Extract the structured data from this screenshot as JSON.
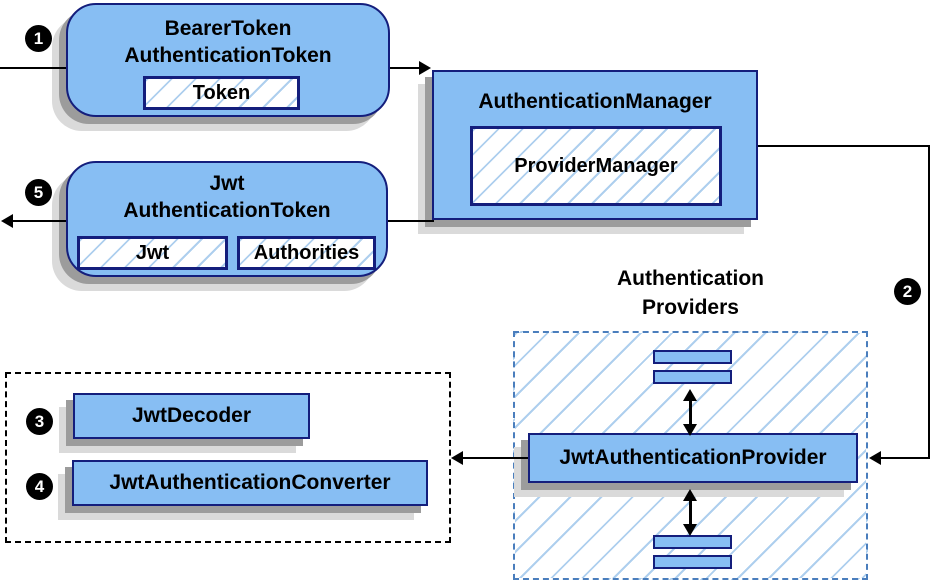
{
  "badges": {
    "step1": "1",
    "step2": "2",
    "step3": "3",
    "step4": "4",
    "step5": "5"
  },
  "nodes": {
    "bearer_token": {
      "title_line1": "BearerToken",
      "title_line2": "AuthenticationToken",
      "token": "Token"
    },
    "auth_manager": {
      "title": "AuthenticationManager",
      "provider_manager": "ProviderManager"
    },
    "jwt_token": {
      "title_line1": "Jwt",
      "title_line2": "AuthenticationToken",
      "jwt": "Jwt",
      "authorities": "Authorities"
    },
    "providers_group": {
      "heading_line1": "Authentication",
      "heading_line2": "Providers",
      "provider": "JwtAuthenticationProvider"
    },
    "decoder_group": {
      "decoder": "JwtDecoder",
      "converter": "JwtAuthenticationConverter"
    }
  },
  "colors": {
    "node_fill": "#87bef3",
    "node_border": "#141e7c",
    "hatch_line": "#aecfee",
    "dashed_blue": "#4a7ebd",
    "shadow_dark": "#9c9c9c",
    "shadow_light": "#dadada",
    "connector": "#000000"
  }
}
